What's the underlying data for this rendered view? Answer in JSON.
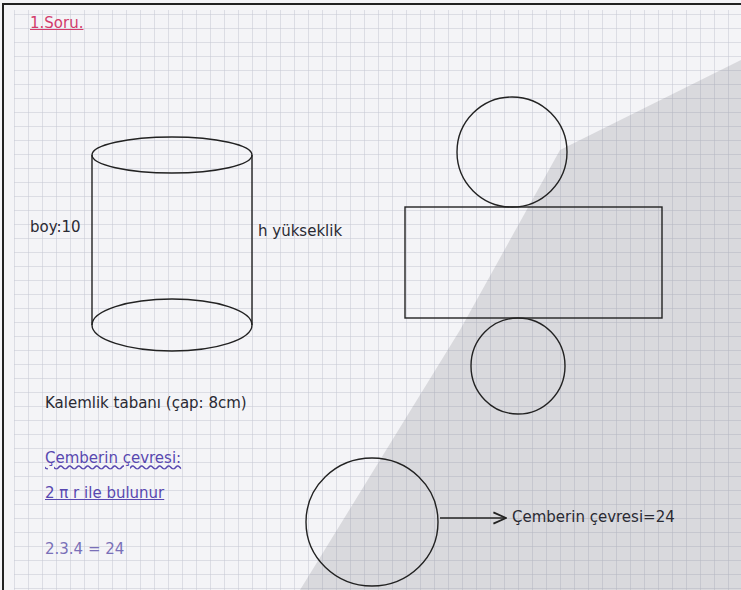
{
  "diagram": {
    "title": "1.Soru.",
    "labels": [
      "boy:10",
      "h yükseklik",
      "Kalemlik tabanı (çap: 8cm)",
      "Çemberin çevresi:",
      "2 π r ile bulunur",
      "Çemberin çevresi=24",
      "2.3.4 = 24"
    ]
  }
}
